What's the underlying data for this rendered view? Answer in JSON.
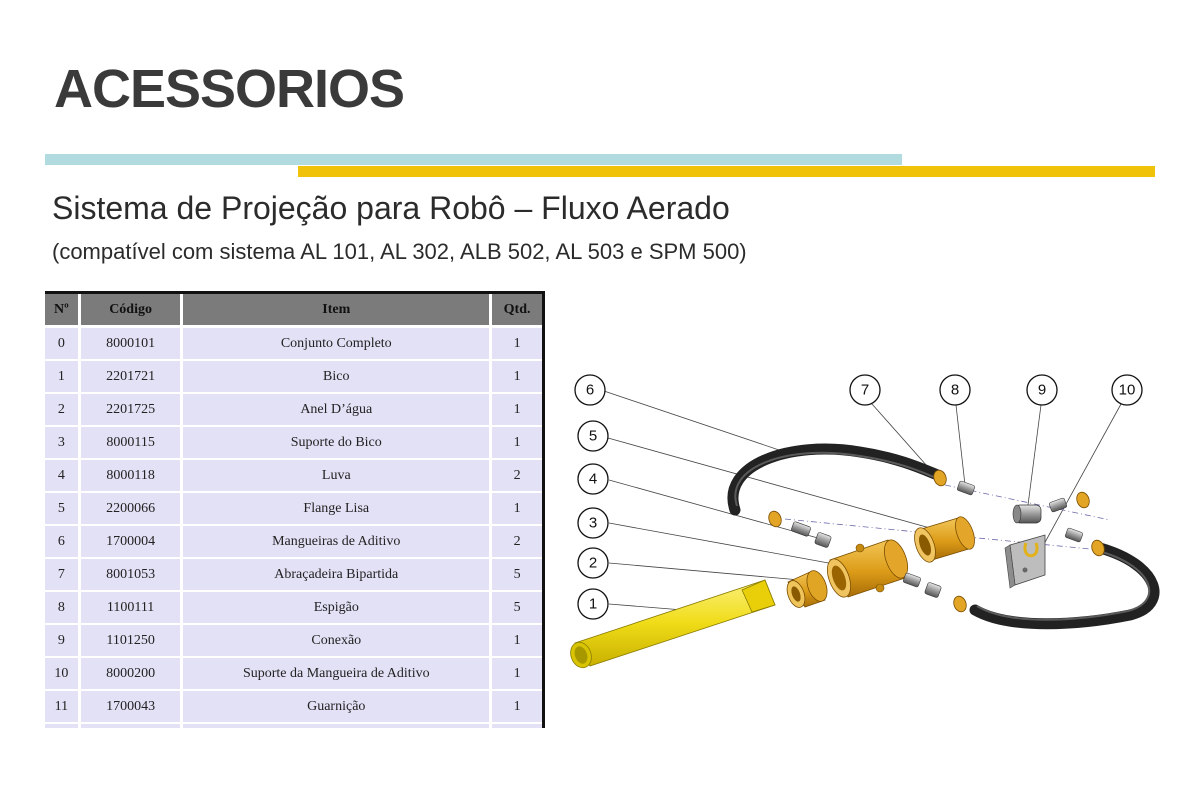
{
  "header": {
    "title": "ACESSORIOS",
    "subtitle": "Sistema de Projeção para Robô – Fluxo Aerado",
    "compat": "(compatível com sistema AL 101, AL 302, ALB 502, AL 503 e SPM 500)"
  },
  "colors": {
    "accent_blue": "#b2dbe0",
    "accent_gold": "#f1c20a",
    "table_header": "#7b7b7b",
    "table_row": "#e3e1f6"
  },
  "table": {
    "headers": [
      "Nº",
      "Código",
      "Item",
      "Qtd."
    ],
    "rows": [
      [
        "0",
        "8000101",
        "Conjunto Completo",
        "1"
      ],
      [
        "1",
        "2201721",
        "Bico",
        "1"
      ],
      [
        "2",
        "2201725",
        "Anel D’água",
        "1"
      ],
      [
        "3",
        "8000115",
        "Suporte do Bico",
        "1"
      ],
      [
        "4",
        "8000118",
        "Luva",
        "2"
      ],
      [
        "5",
        "2200066",
        "Flange Lisa",
        "1"
      ],
      [
        "6",
        "1700004",
        "Mangueiras de Aditivo",
        "2"
      ],
      [
        "7",
        "8001053",
        "Abraçadeira Bipartida",
        "5"
      ],
      [
        "8",
        "1100111",
        "Espigão",
        "5"
      ],
      [
        "9",
        "1101250",
        "Conexão",
        "1"
      ],
      [
        "10",
        "8000200",
        "Suporte da Mangueira de Aditivo",
        "1"
      ],
      [
        "11",
        "1700043",
        "Guarnição",
        "1"
      ]
    ]
  },
  "diagram": {
    "callouts": [
      "1",
      "2",
      "3",
      "4",
      "5",
      "6",
      "7",
      "8",
      "9",
      "10"
    ]
  }
}
